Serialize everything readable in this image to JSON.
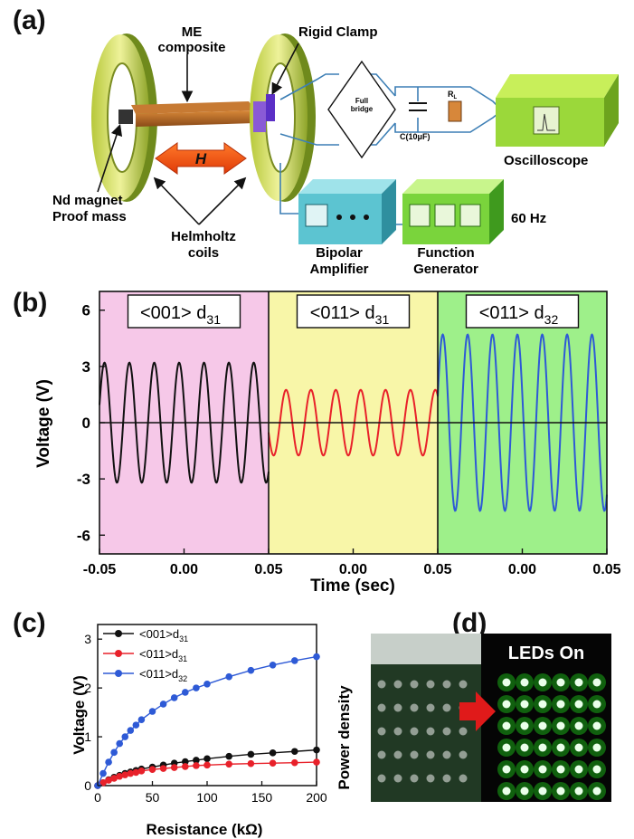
{
  "panels": {
    "a": {
      "letter": "(a)",
      "labels": {
        "me_composite_1": "ME",
        "me_composite_2": "composite",
        "rigid_clamp": "Rigid Clamp",
        "h_field": "H",
        "nd_magnet_1": "Nd magnet",
        "nd_magnet_2": "Proof mass",
        "helmholtz_1": "Helmholtz",
        "helmholtz_2": "coils",
        "full_bridge_1": "Full",
        "full_bridge_2": "bridge",
        "capacitor": "C(10μF)",
        "resistor": "R",
        "resistor_sub": "L",
        "oscilloscope": "Oscilloscope",
        "bipolar_1": "Bipolar",
        "bipolar_2": "Amplifier",
        "function_1": "Function",
        "function_2": "Generator",
        "frequency": "60 Hz"
      }
    },
    "b": {
      "letter": "(b)",
      "ylabel": "Voltage (V)",
      "xlabel": "Time (sec)",
      "yticks": [
        "6",
        "3",
        "0",
        "-3",
        "-6"
      ],
      "xticks": [
        "-0.05",
        "0.00",
        "0.05",
        "0.00",
        "0.05",
        "0.00",
        "0.05"
      ],
      "segment_labels": [
        {
          "main": "<001> d",
          "sub": "31"
        },
        {
          "main": "<011> d",
          "sub": "31"
        },
        {
          "main": "<011> d",
          "sub": "32"
        }
      ],
      "colors": {
        "seg1_bg": "#f6c8e8",
        "seg2_bg": "#f8f6a8",
        "seg3_bg": "#9ef08a",
        "seg1_line": "#111111",
        "seg2_line": "#e8212a",
        "seg3_line": "#2e5ad6"
      }
    },
    "c": {
      "letter": "(c)",
      "ylabel": "Voltage (V)",
      "xlabel": "Resistance (kΩ)",
      "yticks": [
        "0",
        "1",
        "2",
        "3"
      ],
      "xticks": [
        "0",
        "50",
        "100",
        "150",
        "200"
      ],
      "legend": [
        {
          "main": "<001>d",
          "sub": "31"
        },
        {
          "main": "<011>d",
          "sub": "31"
        },
        {
          "main": "<011>d",
          "sub": "32"
        }
      ]
    },
    "d": {
      "letter": "(d)",
      "side_label": "Power density",
      "leds_on": "LEDs On"
    }
  },
  "chart_data": [
    {
      "type": "line",
      "x_range_per_segment": [
        -0.05,
        0.05
      ],
      "ylim": [
        -7,
        7
      ],
      "frequency_hz": 60,
      "series": [
        {
          "name": "<001> d31",
          "amplitude": 3.2,
          "color": "#111111"
        },
        {
          "name": "<011> d31",
          "amplitude": 1.75,
          "color": "#e8212a"
        },
        {
          "name": "<011> d32",
          "amplitude": 4.7,
          "color": "#2e5ad6"
        }
      ],
      "xlabel": "Time (sec)",
      "ylabel": "Voltage (V)"
    },
    {
      "type": "line",
      "xlim": [
        0,
        200
      ],
      "ylim": [
        0,
        3.3
      ],
      "x": [
        0,
        5,
        10,
        15,
        20,
        25,
        30,
        35,
        40,
        50,
        60,
        70,
        80,
        90,
        100,
        120,
        140,
        160,
        180,
        200
      ],
      "series": [
        {
          "name": "<001>d31",
          "color": "#111111",
          "values": [
            0,
            0.06,
            0.12,
            0.17,
            0.21,
            0.25,
            0.28,
            0.31,
            0.34,
            0.38,
            0.42,
            0.46,
            0.49,
            0.52,
            0.55,
            0.6,
            0.64,
            0.67,
            0.7,
            0.73
          ]
        },
        {
          "name": "<011>d31",
          "color": "#e8212a",
          "values": [
            0,
            0.06,
            0.11,
            0.15,
            0.19,
            0.22,
            0.25,
            0.27,
            0.3,
            0.33,
            0.35,
            0.37,
            0.39,
            0.41,
            0.42,
            0.44,
            0.45,
            0.46,
            0.47,
            0.48
          ]
        },
        {
          "name": "<011>d32",
          "color": "#2e5ad6",
          "values": [
            0,
            0.25,
            0.48,
            0.68,
            0.86,
            1.0,
            1.13,
            1.24,
            1.35,
            1.52,
            1.67,
            1.8,
            1.91,
            2.0,
            2.08,
            2.23,
            2.36,
            2.47,
            2.56,
            2.64
          ]
        }
      ],
      "xlabel": "Resistance (kΩ)",
      "ylabel": "Voltage (V)"
    }
  ]
}
